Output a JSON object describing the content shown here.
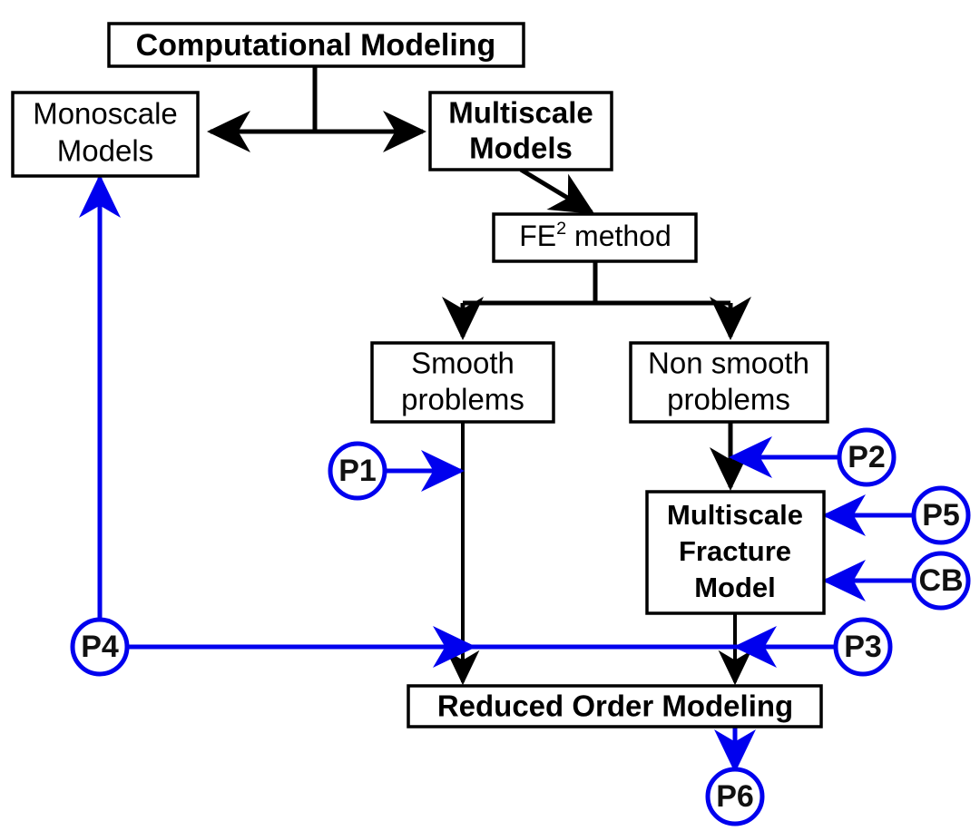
{
  "diagram": {
    "title": "Computational Modeling flowchart",
    "colors": {
      "node_stroke": "#000000",
      "node_fill": "#ffffff",
      "annotation": "#0000ee",
      "background": "#ffffff"
    },
    "nodes": [
      {
        "id": "computational-modeling",
        "label": "Computational Modeling",
        "style": "bold"
      },
      {
        "id": "monoscale-models",
        "label_line1": "Monoscale",
        "label_line2": "Models",
        "style": "regular"
      },
      {
        "id": "multiscale-models",
        "label_line1": "Multiscale",
        "label_line2": "Models",
        "style": "bold"
      },
      {
        "id": "fe2-method",
        "label_prefix": "FE",
        "label_sup": "2",
        "label_suffix": " method",
        "style": "regular"
      },
      {
        "id": "smooth-problems",
        "label_line1": "Smooth",
        "label_line2": "problems",
        "style": "regular"
      },
      {
        "id": "non-smooth-problems",
        "label_line1": "Non smooth",
        "label_line2": "problems",
        "style": "regular"
      },
      {
        "id": "multiscale-fracture-model",
        "label_line1": "Multiscale",
        "label_line2": "Fracture",
        "label_line3": "Model",
        "style": "bold"
      },
      {
        "id": "reduced-order-modeling",
        "label": "Reduced Order Modeling",
        "style": "bold"
      }
    ],
    "annotations": [
      {
        "id": "p1",
        "label": "P1",
        "target": "smooth-problems-branch"
      },
      {
        "id": "p2",
        "label": "P2",
        "target": "non-smooth-problems-branch"
      },
      {
        "id": "p3",
        "label": "P3",
        "target": "fracture-to-rom-branch"
      },
      {
        "id": "p4",
        "label": "P4",
        "target": "monoscale-models"
      },
      {
        "id": "p5",
        "label": "P5",
        "target": "multiscale-fracture-model"
      },
      {
        "id": "cb",
        "label": "CB",
        "target": "multiscale-fracture-model"
      },
      {
        "id": "p6",
        "label": "P6",
        "target": "reduced-order-modeling-output"
      }
    ]
  }
}
